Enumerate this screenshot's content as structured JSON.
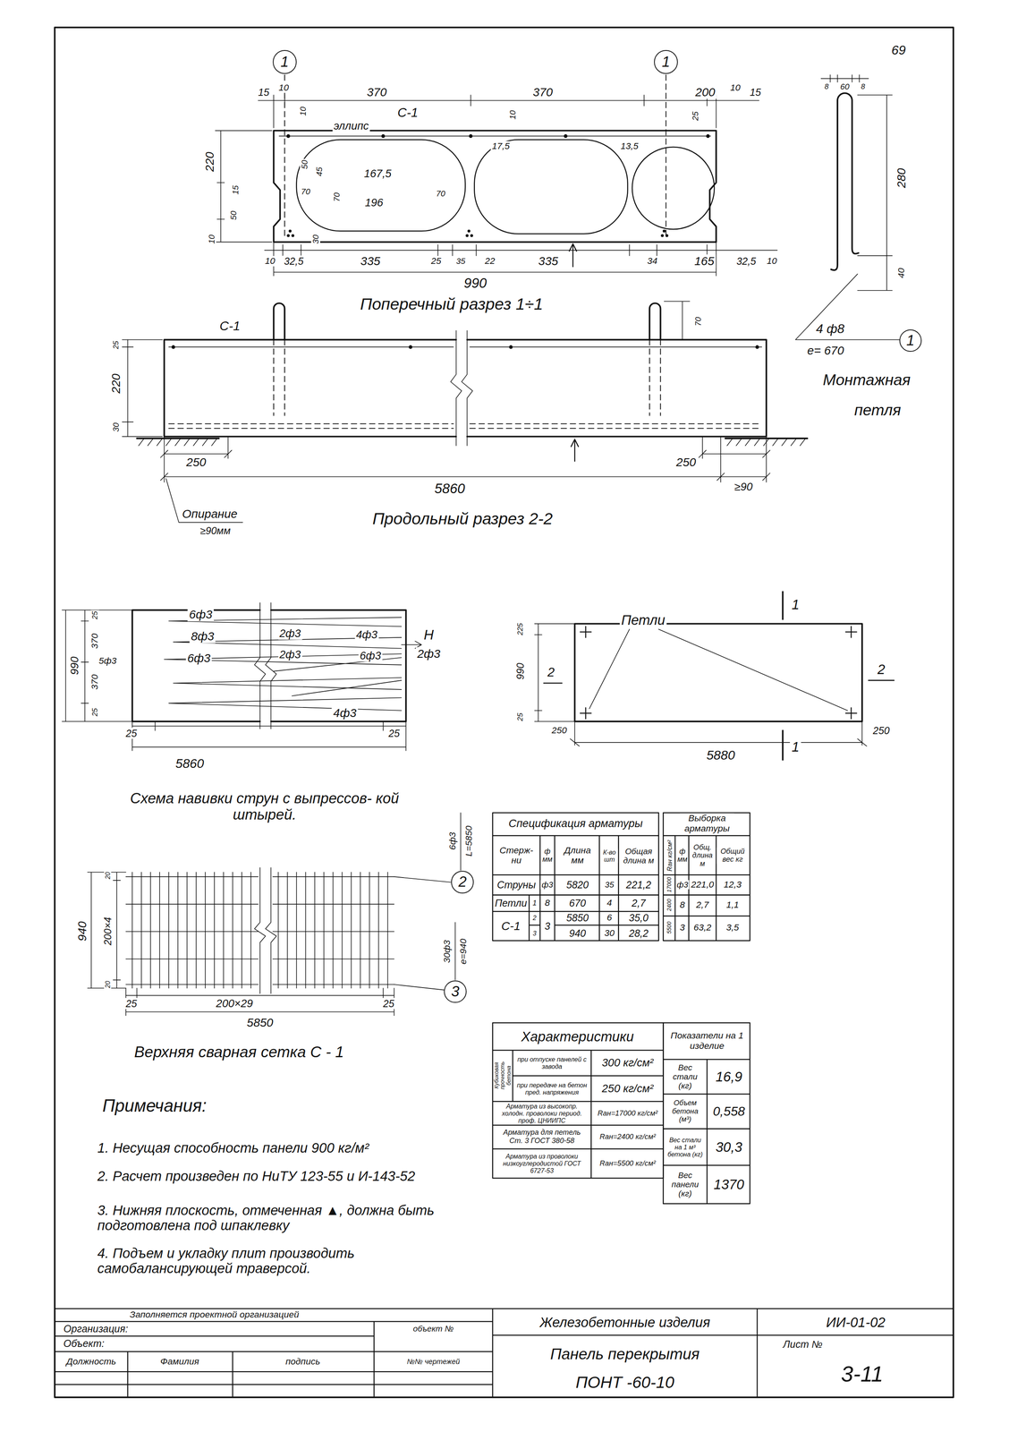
{
  "diagram": {
    "nodes": [
      {
        "text": [
          "1"
        ]
      },
      {
        "text": [
          "1"
        ]
      },
      {
        "text": [
          "1"
        ]
      },
      {
        "text": [
          "2"
        ]
      },
      {
        "text": [
          "3"
        ]
      }
    ],
    "labels": [
      "69",
      "15",
      "10",
      "370",
      "370",
      "200",
      "10",
      "15",
      "10",
      "С-1",
      "10",
      "25",
      "эллипс",
      "17,5",
      "13,5",
      "167,5",
      "220",
      "50",
      "45",
      "15",
      "70",
      "70",
      "196",
      "70",
      "50",
      "30",
      "10",
      "10",
      "32,5",
      "335",
      "25",
      "35",
      "22",
      "335",
      "34",
      "165",
      "32,5",
      "10",
      "990",
      "Поперечный разрез 1÷1",
      "8",
      "60",
      "8",
      "280",
      "40",
      "4 ф8",
      "е= 670",
      "Монтажная",
      "петля",
      "С-1",
      "70",
      "25",
      "220",
      "30",
      "250",
      "250",
      "≥90",
      "5860",
      "Опирание",
      "≥90мм",
      "Продольный разрез 2-2",
      "6ф3",
      "H",
      "2ф3",
      "8ф3",
      "2ф3",
      "4ф3",
      "5ф3",
      "6ф3",
      "2ф3",
      "6ф3",
      "4ф3",
      "25",
      "370",
      "370",
      "25",
      "990",
      "25",
      "25",
      "5860",
      "Схема навивки струн с выпрессов- кой штырей.",
      "Петли",
      "1",
      "1",
      "2",
      "2",
      "225",
      "990",
      "25",
      "250",
      "250",
      "5880",
      "20",
      "940",
      "200×4",
      "20",
      "25",
      "200×29",
      "25",
      "5850",
      "6ф3",
      "L=5850",
      "30ф3",
      "е=940",
      "Верхняя сварная сетка С - 1",
      "Примечания:",
      "1. Несущая способность панели 900 кг/м²",
      "2. Расчет произведен по НиТУ 123-55 и И-143-52",
      "3. Нижняя плоскость, отмеченная ▲, должна быть подготовлена под шпаклевку",
      "4. Подъем и укладку плит производить самобалансирующей траверсой.",
      "Спецификация арматуры",
      "Стерж- ни",
      "ф мм",
      "Длина мм",
      "К-во шт",
      "Общая длина м",
      "Струны",
      "ф3",
      "5820",
      "35",
      "221,2",
      "Петли",
      "1",
      "8",
      "670",
      "4",
      "2,7",
      "С-1",
      "2",
      "3",
      "3",
      "5850",
      "6",
      "35,0",
      "940",
      "30",
      "28,2",
      "Выборка арматуры",
      "Rан кг/см²",
      "ф мм",
      "Общ. длина м",
      "Общий вес кг",
      "17000",
      "ф3",
      "221,0",
      "12,3",
      "2400",
      "8",
      "2,7",
      "1,1",
      "5500",
      "3",
      "63,2",
      "3,5",
      "Характеристики",
      "Показатели на 1 изделие",
      "Кубиковая прочность бетона",
      "при отпуске панелей с завода",
      "300 кг/см²",
      "при передаче на бетон пред. напряжения",
      "250 кг/см²",
      "Арматура из высокопр. холодн. проволоки период. проф. ЦНИИПС",
      "Rан=17000 кг/см²",
      "Арматура для петель Ст. 3 ГОСТ 380-58",
      "Rан=2400 кг/см²",
      "Арматура из проволоки низкоуглеродистой ГОСТ 6727-53",
      "Rан=5500 кг/см²",
      "Вес стали (кг)",
      "16,9",
      "Объем бетона (м³)",
      "0,558",
      "Вес стали на 1 м³ бетона (кг)",
      "30,3",
      "Вес панели (кг)",
      "1370",
      "Заполняется проектной организацией",
      "Организация:",
      "Объект:",
      "объект №",
      "Должность",
      "Фамилия",
      "подпись",
      "№№ чертежей",
      "Железобетонные изделия",
      "Панель перекрытия",
      "ПОНТ -60-10",
      "ИИ-01-02",
      "Лист №",
      "3-11"
    ]
  }
}
